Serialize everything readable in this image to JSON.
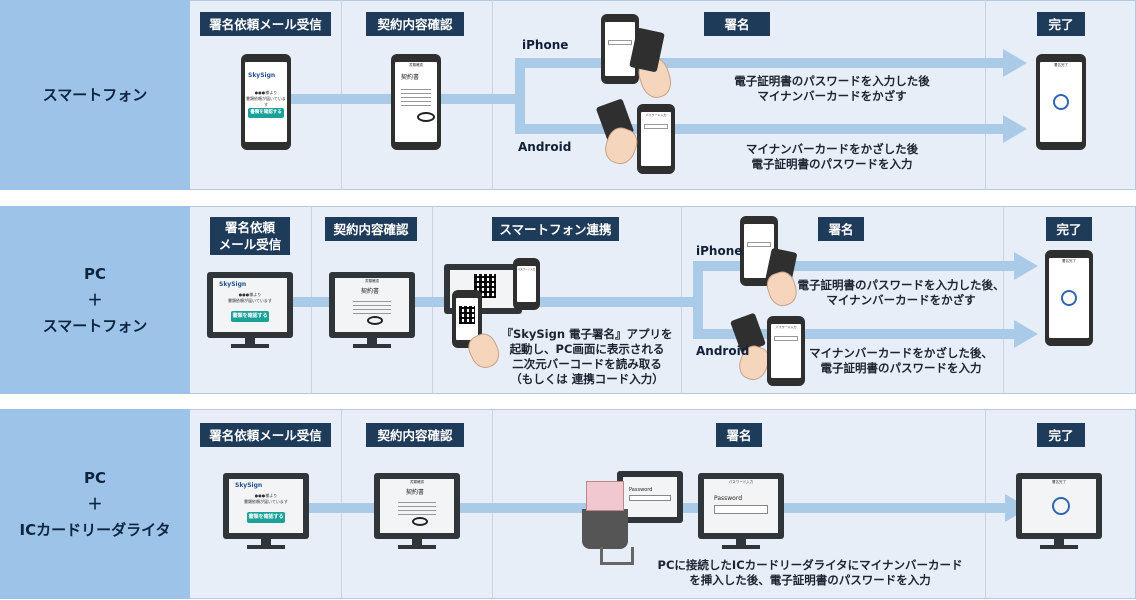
{
  "rows": [
    {
      "label": "スマートフォン",
      "headers": [
        "署名依頼メール受信",
        "契約内容確認",
        "署名",
        "完了"
      ],
      "iphone_label": "iPhone",
      "android_label": "Android",
      "iphone_caption": "電子証明書のパスワードを入力した後\nマイナンバーカードをかざす",
      "android_caption": "マイナンバーカードをかざした後\n電子証明書のパスワードを入力"
    },
    {
      "label": "PC\n＋\nスマートフォン",
      "headers": [
        "署名依頼\nメール受信",
        "契約内容確認",
        "スマートフォン連携",
        "署名",
        "完了"
      ],
      "iphone_label": "iPhone",
      "android_label": "Android",
      "link_caption": "『SkySign 電子署名』アプリを\n起動し、PC画面に表示される\n二次元バーコードを読み取る\n（もしくは 連携コード入力）",
      "iphone_caption": "電子証明書のパスワードを入力した後、\nマイナンバーカードをかざす",
      "android_caption": "マイナンバーカードをかざした後、\n電子証明書のパスワードを入力"
    },
    {
      "label": "PC\n＋\nICカードリーダライタ",
      "headers": [
        "署名依頼メール受信",
        "契約内容確認",
        "署名",
        "完了"
      ],
      "caption": "PCに接続したICカードリーダライタにマイナンバーカード\nを挿入した後、電子証明書のパスワードを入力",
      "password_label": "Password"
    }
  ],
  "screens": {
    "brand": "SkySign",
    "mail_text": "●●●様より\n書類依頼が届いています",
    "confirm_button": "書類を確認する",
    "doc_title": "契約書",
    "doc_header": "書類確認",
    "pw_header": "パスワード入力",
    "done_header": "署名完了"
  },
  "colors": {
    "accent_dark": "#1f3b5a",
    "row_label_bg": "#9ec3e8",
    "arrow": "#a9cbe8",
    "teal_button": "#1aa198",
    "check": "#2f66b3"
  }
}
